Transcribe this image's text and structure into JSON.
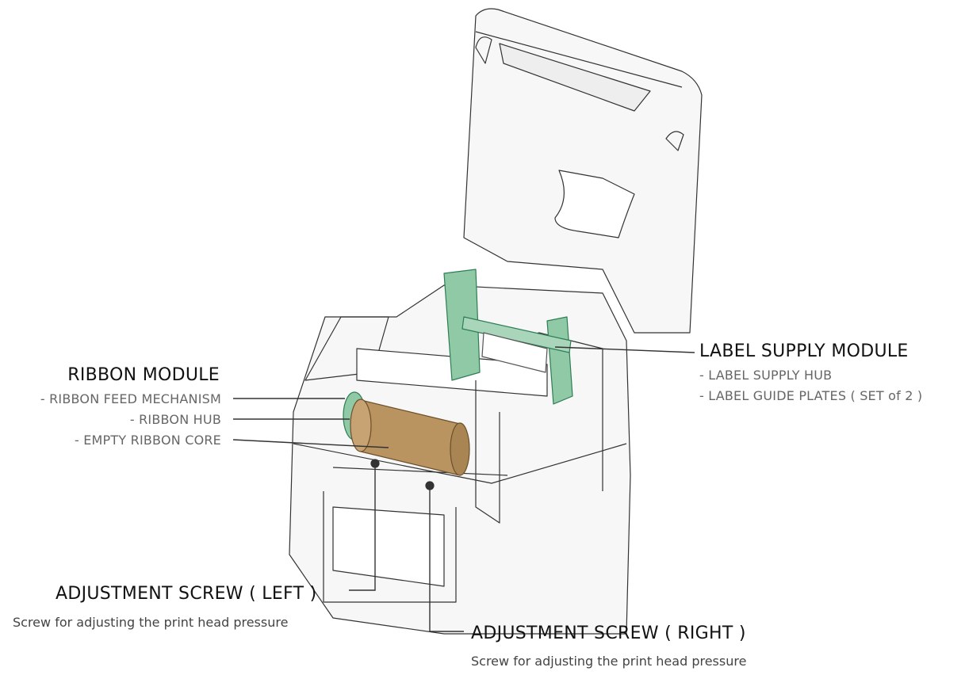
{
  "colors": {
    "line": "#333333",
    "module_green": "#8fc9a6",
    "module_green_dark": "#2e7d55",
    "ribbon_core": "#b99460",
    "printer_fill": "#f7f7f7"
  },
  "ribbon_module": {
    "title": "RIBBON  MODULE",
    "items": [
      "- RIBBON FEED MECHANISM",
      "- RIBBON HUB",
      "- EMPTY RIBBON CORE"
    ]
  },
  "label_supply_module": {
    "title": "LABEL SUPPLY MODULE",
    "items": [
      "- LABEL SUPPLY HUB",
      "- LABEL GUIDE PLATES ( SET of 2 )"
    ]
  },
  "adjustment_left": {
    "title": "ADJUSTMENT SCREW ( LEFT )",
    "desc": "Screw for adjusting the print head pressure"
  },
  "adjustment_right": {
    "title": "ADJUSTMENT SCREW ( RIGHT )",
    "desc": "Screw for adjusting the print head pressure"
  }
}
